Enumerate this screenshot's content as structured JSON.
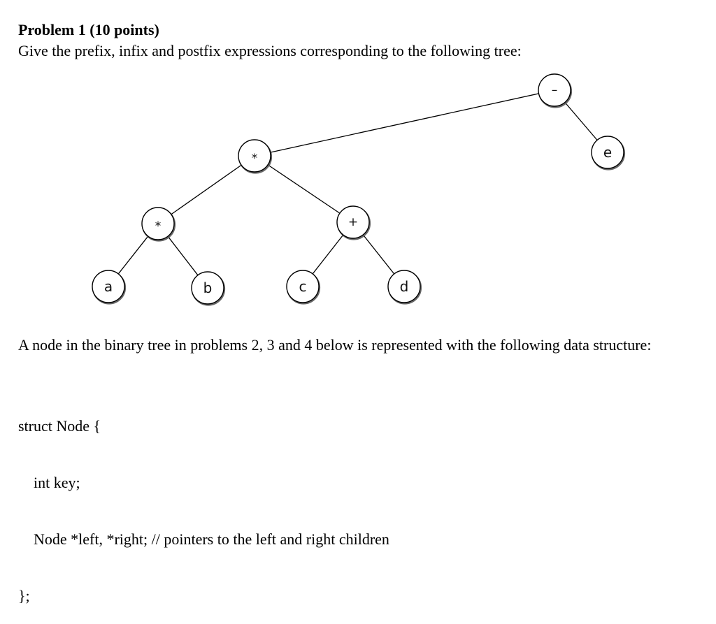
{
  "problem": {
    "title": "Problem 1 (10 points)",
    "prompt": "Give the prefix, infix and postfix expressions corresponding to the following tree:"
  },
  "tree": {
    "nodes": [
      {
        "id": "root",
        "label": "–"
      },
      {
        "id": "mul-top",
        "label": "*"
      },
      {
        "id": "e",
        "label": "e"
      },
      {
        "id": "mul-left",
        "label": "*"
      },
      {
        "id": "plus",
        "label": "+"
      },
      {
        "id": "a",
        "label": "a"
      },
      {
        "id": "b",
        "label": "b"
      },
      {
        "id": "c",
        "label": "c"
      },
      {
        "id": "d",
        "label": "d"
      }
    ],
    "edges": [
      [
        "root",
        "mul-top"
      ],
      [
        "root",
        "e"
      ],
      [
        "mul-top",
        "mul-left"
      ],
      [
        "mul-top",
        "plus"
      ],
      [
        "mul-left",
        "a"
      ],
      [
        "mul-left",
        "b"
      ],
      [
        "plus",
        "c"
      ],
      [
        "plus",
        "d"
      ]
    ]
  },
  "description": "A node in the binary tree in problems 2, 3 and 4 below is represented with the following data structure:",
  "code": {
    "line1": "struct Node {",
    "line2": "int key;",
    "line3": "Node *left, *right; // pointers to the left and right children",
    "line4": "};"
  }
}
